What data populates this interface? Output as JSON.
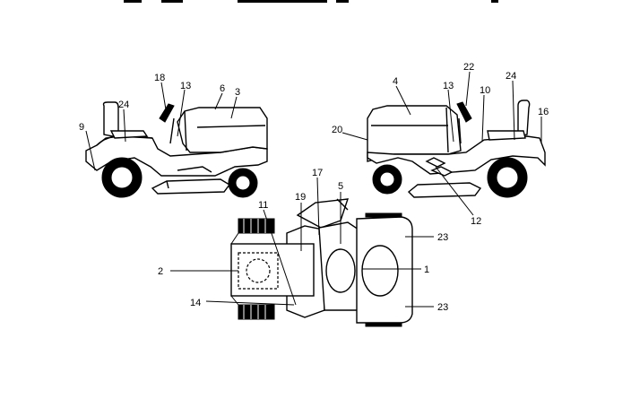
{
  "callouts": {
    "c1": "1",
    "c2": "2",
    "c3": "3",
    "c4": "4",
    "c5": "5",
    "c6": "6",
    "c9": "9",
    "c10": "10",
    "c11": "11",
    "c12": "12",
    "c13a": "13",
    "c13b": "13",
    "c14": "14",
    "c16": "16",
    "c17": "17",
    "c18": "18",
    "c19": "19",
    "c20": "20",
    "c22": "22",
    "c23a": "23",
    "c23b": "23",
    "c24a": "24",
    "c24b": "24"
  }
}
